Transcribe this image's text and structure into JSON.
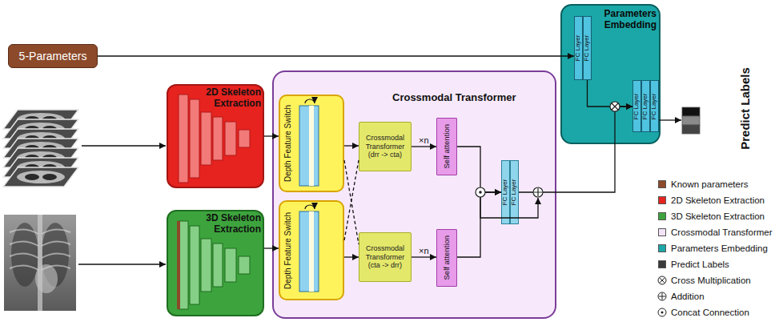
{
  "diagram": {
    "nodes": [
      {
        "text": [
          "5-Parameters"
        ]
      },
      {
        "text": [
          "2D Skeleton Extraction"
        ]
      },
      {
        "text": [
          "3D Skeleton Extraction"
        ]
      },
      {
        "text": [
          "Crossmodal Transformer"
        ]
      },
      {
        "text": [
          "Depth Feature Switch"
        ],
        "in": 3
      },
      {
        "text": [
          "Crossmodal Transformer (drr -> cta)"
        ],
        "in": 3
      },
      {
        "text": [
          "Self attention"
        ],
        "in": 3
      },
      {
        "text": [
          "Depth Feature Switch"
        ],
        "in": 3
      },
      {
        "text": [
          "Crossmodal Transformer (cta -> drr)"
        ],
        "in": 3
      },
      {
        "text": [
          "Self attention"
        ],
        "in": 3
      },
      {
        "text": [
          "FC Layer"
        ],
        "in": 3
      },
      {
        "text": [
          "FC Layer"
        ],
        "in": 3
      },
      {
        "text": [
          "Parameters Embedding"
        ]
      },
      {
        "text": [
          "FC Layer"
        ],
        "in": 12
      },
      {
        "text": [
          "FC Layer"
        ],
        "in": 12
      },
      {
        "text": [
          "FC Layer"
        ],
        "in": 12
      },
      {
        "text": [
          "FC Layer"
        ],
        "in": 12
      },
      {
        "text": [
          "FC Layer"
        ],
        "in": 12
      }
    ],
    "edges": [
      {
        "from": 0,
        "to": 13,
        "arrow": "to"
      },
      {
        "from": 1,
        "to": 4,
        "arrow": "to"
      },
      {
        "from": 2,
        "to": 7,
        "arrow": "to"
      },
      {
        "from": 4,
        "to": 5,
        "arrow": "to"
      },
      {
        "from": 7,
        "to": 8,
        "arrow": "to"
      },
      {
        "from": 4,
        "to": 8,
        "arrow": "none"
      },
      {
        "from": 7,
        "to": 5,
        "arrow": "none"
      },
      {
        "from": 5,
        "to": 6,
        "label": "×n",
        "arrow": "to"
      },
      {
        "from": 8,
        "to": 9,
        "label": "×n",
        "arrow": "to"
      },
      {
        "from": 6,
        "to": 10,
        "arrow": "to"
      },
      {
        "from": 9,
        "to": 10,
        "arrow": "to"
      },
      {
        "from": 11,
        "to": 15,
        "arrow": "to"
      },
      {
        "from": 14,
        "to": 15,
        "arrow": "to"
      }
    ],
    "labels": [
      "Predict Labels"
    ],
    "legend": [
      {
        "text": "Known parameters",
        "color": "#8c4a2a"
      },
      {
        "text": "2D Skeleton Extraction",
        "color": "#e6231f"
      },
      {
        "text": "3D Skeleton Extraction",
        "color": "#3da43d"
      },
      {
        "text": "Crossmodal Transformer",
        "color": "#f3e4f8"
      },
      {
        "text": "Parameters Embedding",
        "color": "#1ba7a7"
      },
      {
        "text": "Predict Labels",
        "color": "#3a3a3a"
      },
      {
        "text": "Cross Multiplication"
      },
      {
        "text": "Addition"
      },
      {
        "text": "Concat Connection"
      }
    ]
  }
}
